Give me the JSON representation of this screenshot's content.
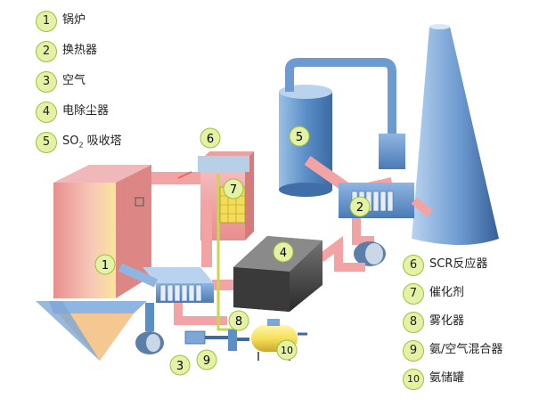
{
  "legend_left": [
    {
      "num": "1",
      "label": "锅炉"
    },
    {
      "num": "2",
      "label": "换热器"
    },
    {
      "num": "3",
      "label": "空气"
    },
    {
      "num": "4",
      "label": "电除尘器"
    },
    {
      "num": "5",
      "label_main": "SO",
      "label_sub": "2",
      "label_rest": "吸收塔"
    }
  ],
  "legend_right": [
    {
      "num": "6",
      "label": "SCR反应器"
    },
    {
      "num": "7",
      "label": "催化剂"
    },
    {
      "num": "8",
      "label": "雾化器"
    },
    {
      "num": "9",
      "label": "氨/空气混合器"
    },
    {
      "num": "10",
      "label": "氨储罐"
    }
  ],
  "callouts": {
    "boiler": "1",
    "heat_exchanger": "2",
    "air": "3",
    "precipitator": "4",
    "absorber": "5",
    "scr_reactor": "6",
    "catalyst": "7",
    "atomizer": "8",
    "mixer": "9",
    "ammonia_tank": "10"
  },
  "colors": {
    "equipment_blue": "#5b8fc8",
    "flue_pink": "#f2a3a3",
    "badge_fill": "#e4f2a6",
    "badge_border": "#9fbf3c",
    "catalyst_yellow": "#f3dc5a",
    "ammonia_line": "#c8d84a"
  }
}
